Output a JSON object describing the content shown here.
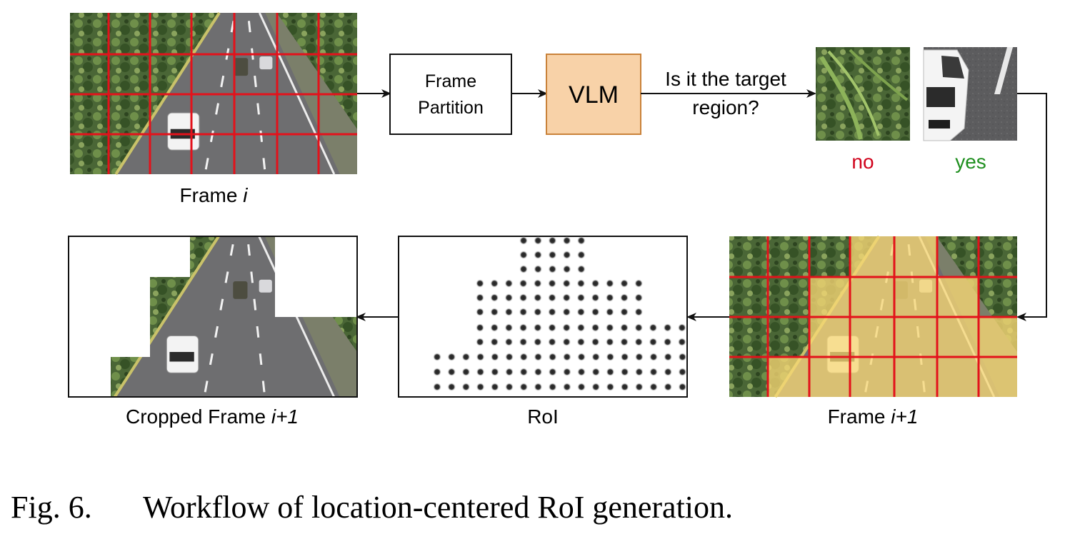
{
  "frame_i": {
    "label": "Frame ",
    "italic": "i"
  },
  "partition": {
    "line1": "Frame",
    "line2": "Partition"
  },
  "vlm": {
    "label": "VLM"
  },
  "question": {
    "line1": "Is it the target",
    "line2": "region?"
  },
  "examples": [
    {
      "answer": "no",
      "color": "#d0021b",
      "depicts": "foliage"
    },
    {
      "answer": "yes",
      "color": "#1f8f1f",
      "depicts": "white-car"
    }
  ],
  "frame_i1": {
    "label": "Frame ",
    "italic": "i+1",
    "highlight_color": "#f7d774"
  },
  "roi": {
    "label": "RoI"
  },
  "cropped": {
    "label": "Cropped Frame ",
    "italic": "i+1"
  },
  "caption": {
    "number": "Fig. 6.",
    "text": "Workflow of location-centered RoI generation."
  },
  "colors": {
    "grid": "#e3121b",
    "vlm_fill": "#f8d2a8",
    "vlm_stroke": "#c9823a",
    "road": "#6f6f70",
    "foliage": "#4f6a3a"
  }
}
